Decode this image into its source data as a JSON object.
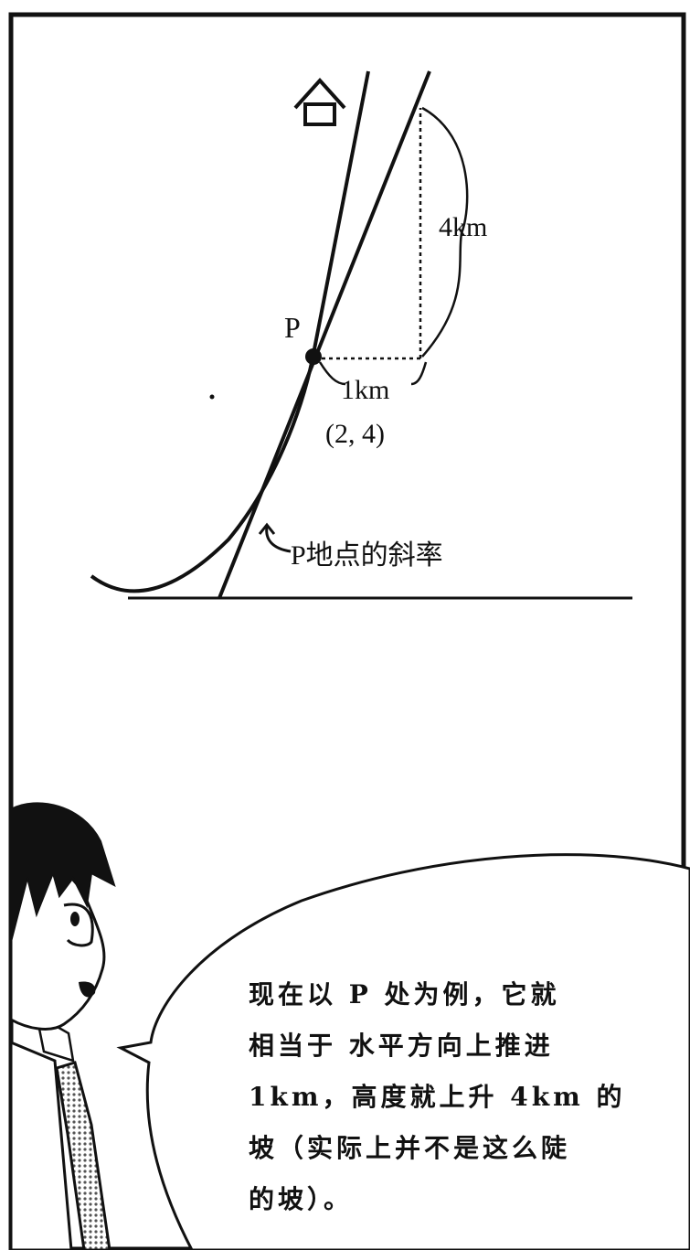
{
  "labels": {
    "point": "P",
    "rise": "4km",
    "run": "1km",
    "coordinate": "(2, 4)",
    "slope_note": "P地点的斜率"
  },
  "speech": {
    "lines": [
      "现在以 P 处为例，它就",
      "相当于 水平方向上推进",
      "1km，高度就上升 4km 的",
      "坡（实际上并不是这么陡",
      "的坡）。"
    ]
  },
  "icons": {
    "house": "house-icon",
    "arrow": "curved-arrow-icon"
  },
  "colors": {
    "ink": "#111111",
    "background": "#ffffff",
    "tie": "#bdbdbd"
  }
}
